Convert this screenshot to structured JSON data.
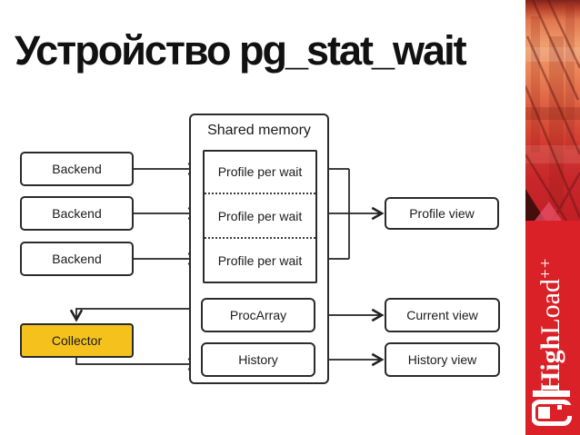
{
  "slide": {
    "title": "Устройство pg_stat_wait"
  },
  "diagram": {
    "backends": [
      {
        "label": "Backend"
      },
      {
        "label": "Backend"
      },
      {
        "label": "Backend"
      }
    ],
    "collector": {
      "label": "Collector"
    },
    "shared_memory": {
      "title": "Shared memory",
      "profile_rows": [
        {
          "label": "Profile per wait"
        },
        {
          "label": "Profile per wait"
        },
        {
          "label": "Profile per wait"
        }
      ],
      "procarray": {
        "label": "ProcArray"
      },
      "history": {
        "label": "History"
      }
    },
    "views": [
      {
        "label": "Profile view"
      },
      {
        "label": "Current view"
      },
      {
        "label": "History view"
      }
    ]
  },
  "banner": {
    "brand_bold": "High",
    "brand_regular": "Load",
    "brand_suffix": "++"
  },
  "colors": {
    "collector_yellow": "#F5C21D",
    "banner_red": "#DB2128",
    "line": "#222222",
    "box_border": "#2b2b2b"
  }
}
